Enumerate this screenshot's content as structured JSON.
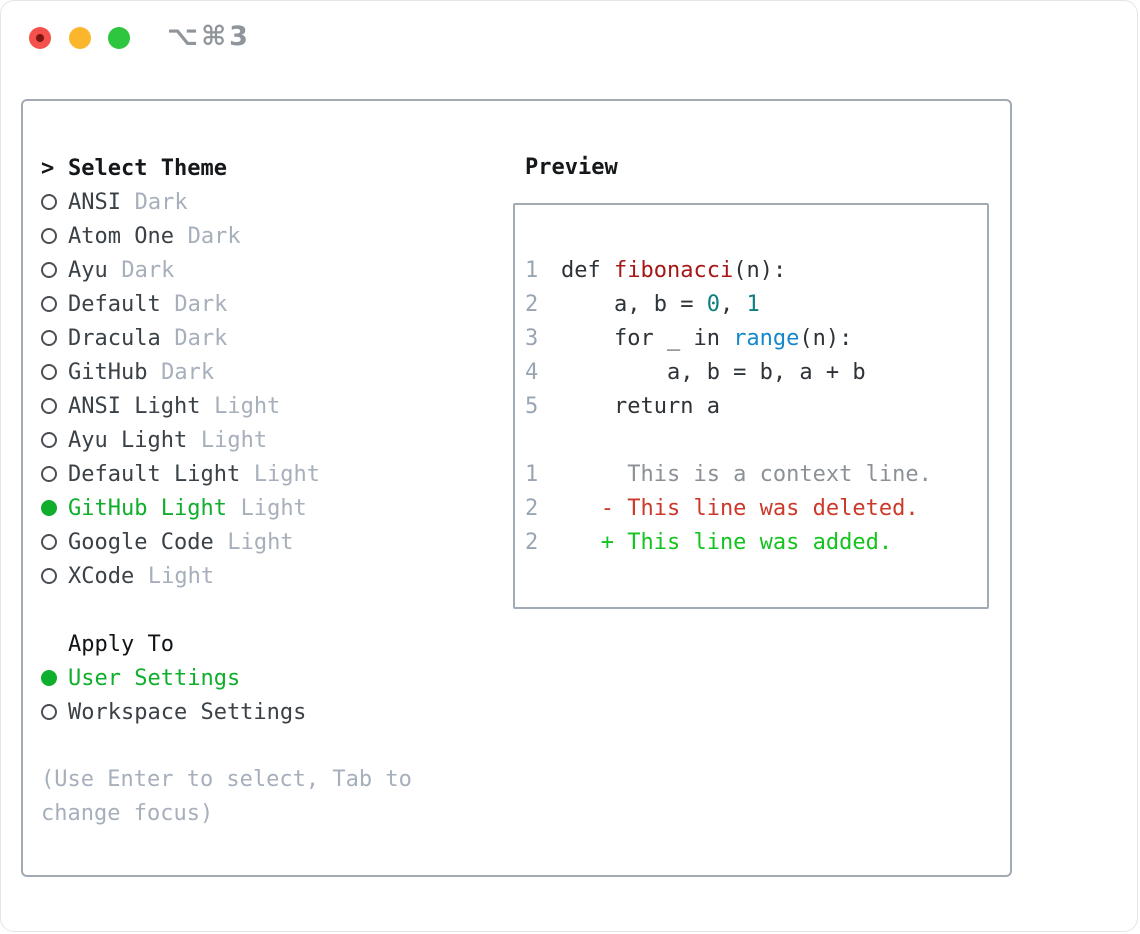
{
  "window": {
    "title": "⌥⌘3",
    "traffic_lights": [
      "close",
      "minimize",
      "zoom"
    ]
  },
  "theme_panel": {
    "header_prefix": ">",
    "header": "Select Theme",
    "themes": [
      {
        "name": "ANSI",
        "variant": "Dark",
        "selected": false
      },
      {
        "name": "Atom One",
        "variant": "Dark",
        "selected": false
      },
      {
        "name": "Ayu",
        "variant": "Dark",
        "selected": false
      },
      {
        "name": "Default",
        "variant": "Dark",
        "selected": false
      },
      {
        "name": "Dracula",
        "variant": "Dark",
        "selected": false
      },
      {
        "name": "GitHub",
        "variant": "Dark",
        "selected": false
      },
      {
        "name": "ANSI Light",
        "variant": "Light",
        "selected": false
      },
      {
        "name": "Ayu Light",
        "variant": "Light",
        "selected": false
      },
      {
        "name": "Default Light",
        "variant": "Light",
        "selected": false
      },
      {
        "name": "GitHub Light",
        "variant": "Light",
        "selected": true
      },
      {
        "name": "Google Code",
        "variant": "Light",
        "selected": false
      },
      {
        "name": "XCode",
        "variant": "Light",
        "selected": false
      }
    ],
    "apply_to": {
      "header": "Apply To",
      "options": [
        {
          "label": "User Settings",
          "selected": true
        },
        {
          "label": "Workspace Settings",
          "selected": false
        }
      ]
    },
    "help_text": "(Use Enter to select, Tab to\nchange focus)"
  },
  "preview": {
    "header": "Preview",
    "code_lines": [
      {
        "num": "1",
        "tokens": [
          {
            "text": "def ",
            "type": "code"
          },
          {
            "text": "fibonacci",
            "type": "func"
          },
          {
            "text": "(n):",
            "type": "code"
          }
        ]
      },
      {
        "num": "2",
        "tokens": [
          {
            "text": "    a, b = ",
            "type": "code"
          },
          {
            "text": "0",
            "type": "num"
          },
          {
            "text": ", ",
            "type": "code"
          },
          {
            "text": "1",
            "type": "num"
          }
        ]
      },
      {
        "num": "3",
        "tokens": [
          {
            "text": "    for _ in ",
            "type": "code"
          },
          {
            "text": "range",
            "type": "builtin"
          },
          {
            "text": "(n):",
            "type": "code"
          }
        ]
      },
      {
        "num": "4",
        "tokens": [
          {
            "text": "        a, b = b, a + b",
            "type": "code"
          }
        ]
      },
      {
        "num": "5",
        "tokens": [
          {
            "text": "    return a",
            "type": "code"
          }
        ]
      }
    ],
    "diff_lines": [
      {
        "num": "1",
        "text": "     This is a context line.",
        "type": "context"
      },
      {
        "num": "2",
        "text": "   - This line was deleted.",
        "type": "deleted"
      },
      {
        "num": "2",
        "text": "   + This line was added.",
        "type": "added"
      }
    ]
  },
  "colors": {
    "accent_green": "#0fae2c",
    "diff_added": "#14c31f",
    "diff_deleted": "#cc392a",
    "diff_context": "#8b9197",
    "code_text": "#2e3338",
    "code_function": "#a51717",
    "code_number": "#0d7e7e",
    "code_builtin": "#1488cb",
    "line_number": "#9aa5b4",
    "variant_label": "#a6afbb",
    "item_text": "#3a4147",
    "header_text": "#15181b",
    "help_text": "#a6afbb",
    "panel_border": "#a2abb4",
    "title_text": "#8f959a",
    "radio_ring": "#4a5056",
    "light_red": "#f4514c",
    "light_red_dot": "#7e1512",
    "light_yellow": "#fbb62c",
    "light_green": "#2ec63e"
  }
}
